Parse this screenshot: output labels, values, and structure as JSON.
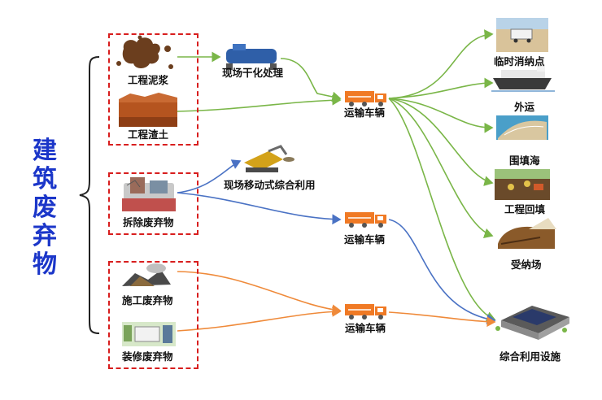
{
  "title": [
    "建",
    "筑",
    "废",
    "弃",
    "物"
  ],
  "sources": {
    "mud": "工程泥浆",
    "soil": "工程渣土",
    "demolition": "拆除废弃物",
    "construction": "施工废弃物",
    "decoration": "装修废弃物"
  },
  "processes": {
    "drying": "现场干化处理",
    "mobile_reuse": "现场移动式综合利用",
    "transport_1": "运输车辆",
    "transport_2": "运输车辆",
    "transport_3": "运输车辆"
  },
  "destinations": {
    "temp_site": "临时消纳点",
    "export": "外运",
    "sea_fill": "围填海",
    "backfill": "工程回填",
    "landfill": "受纳场",
    "recycling": "综合利用设施"
  },
  "colors": {
    "title": "#1b36c9",
    "box_border": "#d81e1e",
    "green_arrow": "#7ab648",
    "blue_arrow": "#4a72c4",
    "orange_arrow": "#ef8a3a",
    "truck": "#f07a25"
  }
}
